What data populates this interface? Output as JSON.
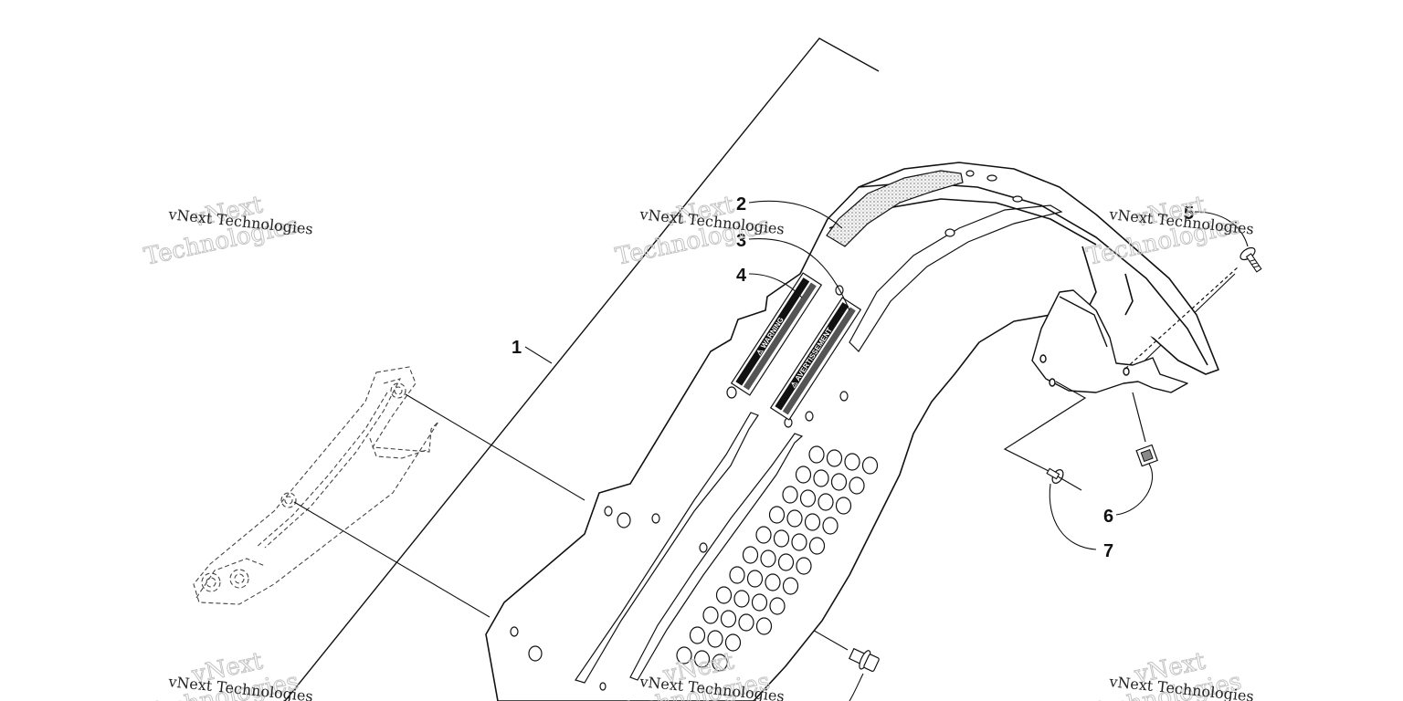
{
  "diagram": {
    "callouts": [
      {
        "id": "callout-1",
        "label": "1"
      },
      {
        "id": "callout-2",
        "label": "2"
      },
      {
        "id": "callout-3",
        "label": "3"
      },
      {
        "id": "callout-4",
        "label": "4"
      },
      {
        "id": "callout-5",
        "label": "5"
      },
      {
        "id": "callout-6",
        "label": "6"
      },
      {
        "id": "callout-7",
        "label": "7"
      }
    ],
    "decals": {
      "warning": "⚠ WARNING",
      "avertissement": "⚠ AVERTISSEMENT"
    }
  },
  "watermark": {
    "line": "vNext Technologies",
    "big_top": "vNext",
    "big_bottom": "Technologies"
  }
}
